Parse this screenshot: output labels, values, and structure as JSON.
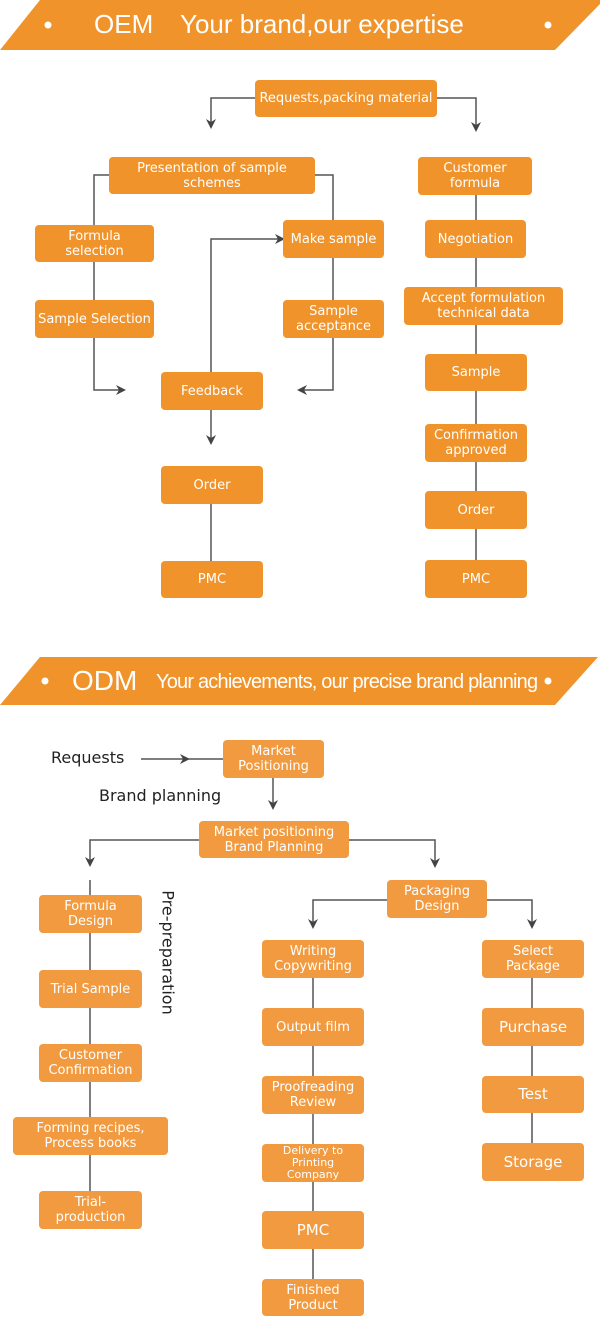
{
  "colors": {
    "orange": "#F0932B",
    "odm_orange": "#F29A3F",
    "line": "#555555"
  },
  "oem": {
    "banner_main": "OEM",
    "banner_sub": "Your brand,our expertise",
    "requests": "Requests,packing material",
    "presentation": "Presentation of sample\nschemes",
    "formula_selection": "Formula selection",
    "sample_selection": "Sample Selection",
    "make_sample": "Make sample",
    "sample_acceptance": "Sample\nacceptance",
    "feedback": "Feedback",
    "order_left": "Order",
    "pmc_left": "PMC",
    "customer_formula": "Customer formula",
    "negotiation": "Negotiation",
    "accept_formulation": "Accept formulation\ntechnical data",
    "sample": "Sample",
    "confirmation": "Confirmation\napproved",
    "order_right": "Order",
    "pmc_right": "PMC"
  },
  "odm": {
    "banner_main": "ODM",
    "banner_sub": "Your achievements, our precise brand planning",
    "requests_label": "Requests",
    "brand_planning_label": "Brand planning",
    "pre_preparation_label": "Pre-preparation",
    "market_positioning": "Market\nPositioning",
    "mp_brand_planning": "Market positioning\nBrand Planning",
    "packaging_design": "Packaging\nDesign",
    "formula_design": "Formula Design",
    "trial_sample": "Trial Sample",
    "customer_confirmation": "Customer\nConfirmation",
    "forming_recipes": "Forming recipes,\nProcess books",
    "trial_production": "Trial-production",
    "writing_copywriting": "Writing\nCopywriting",
    "output_film": "Output film",
    "proofreading_review": "Proofreading\nReview",
    "delivery_printing": "Delivery to\nPrinting\nCompany",
    "pmc": "PMC",
    "finished_product": "Finished\nProduct",
    "select_package": "Select Package",
    "purchase": "Purchase",
    "test": "Test",
    "storage": "Storage"
  }
}
